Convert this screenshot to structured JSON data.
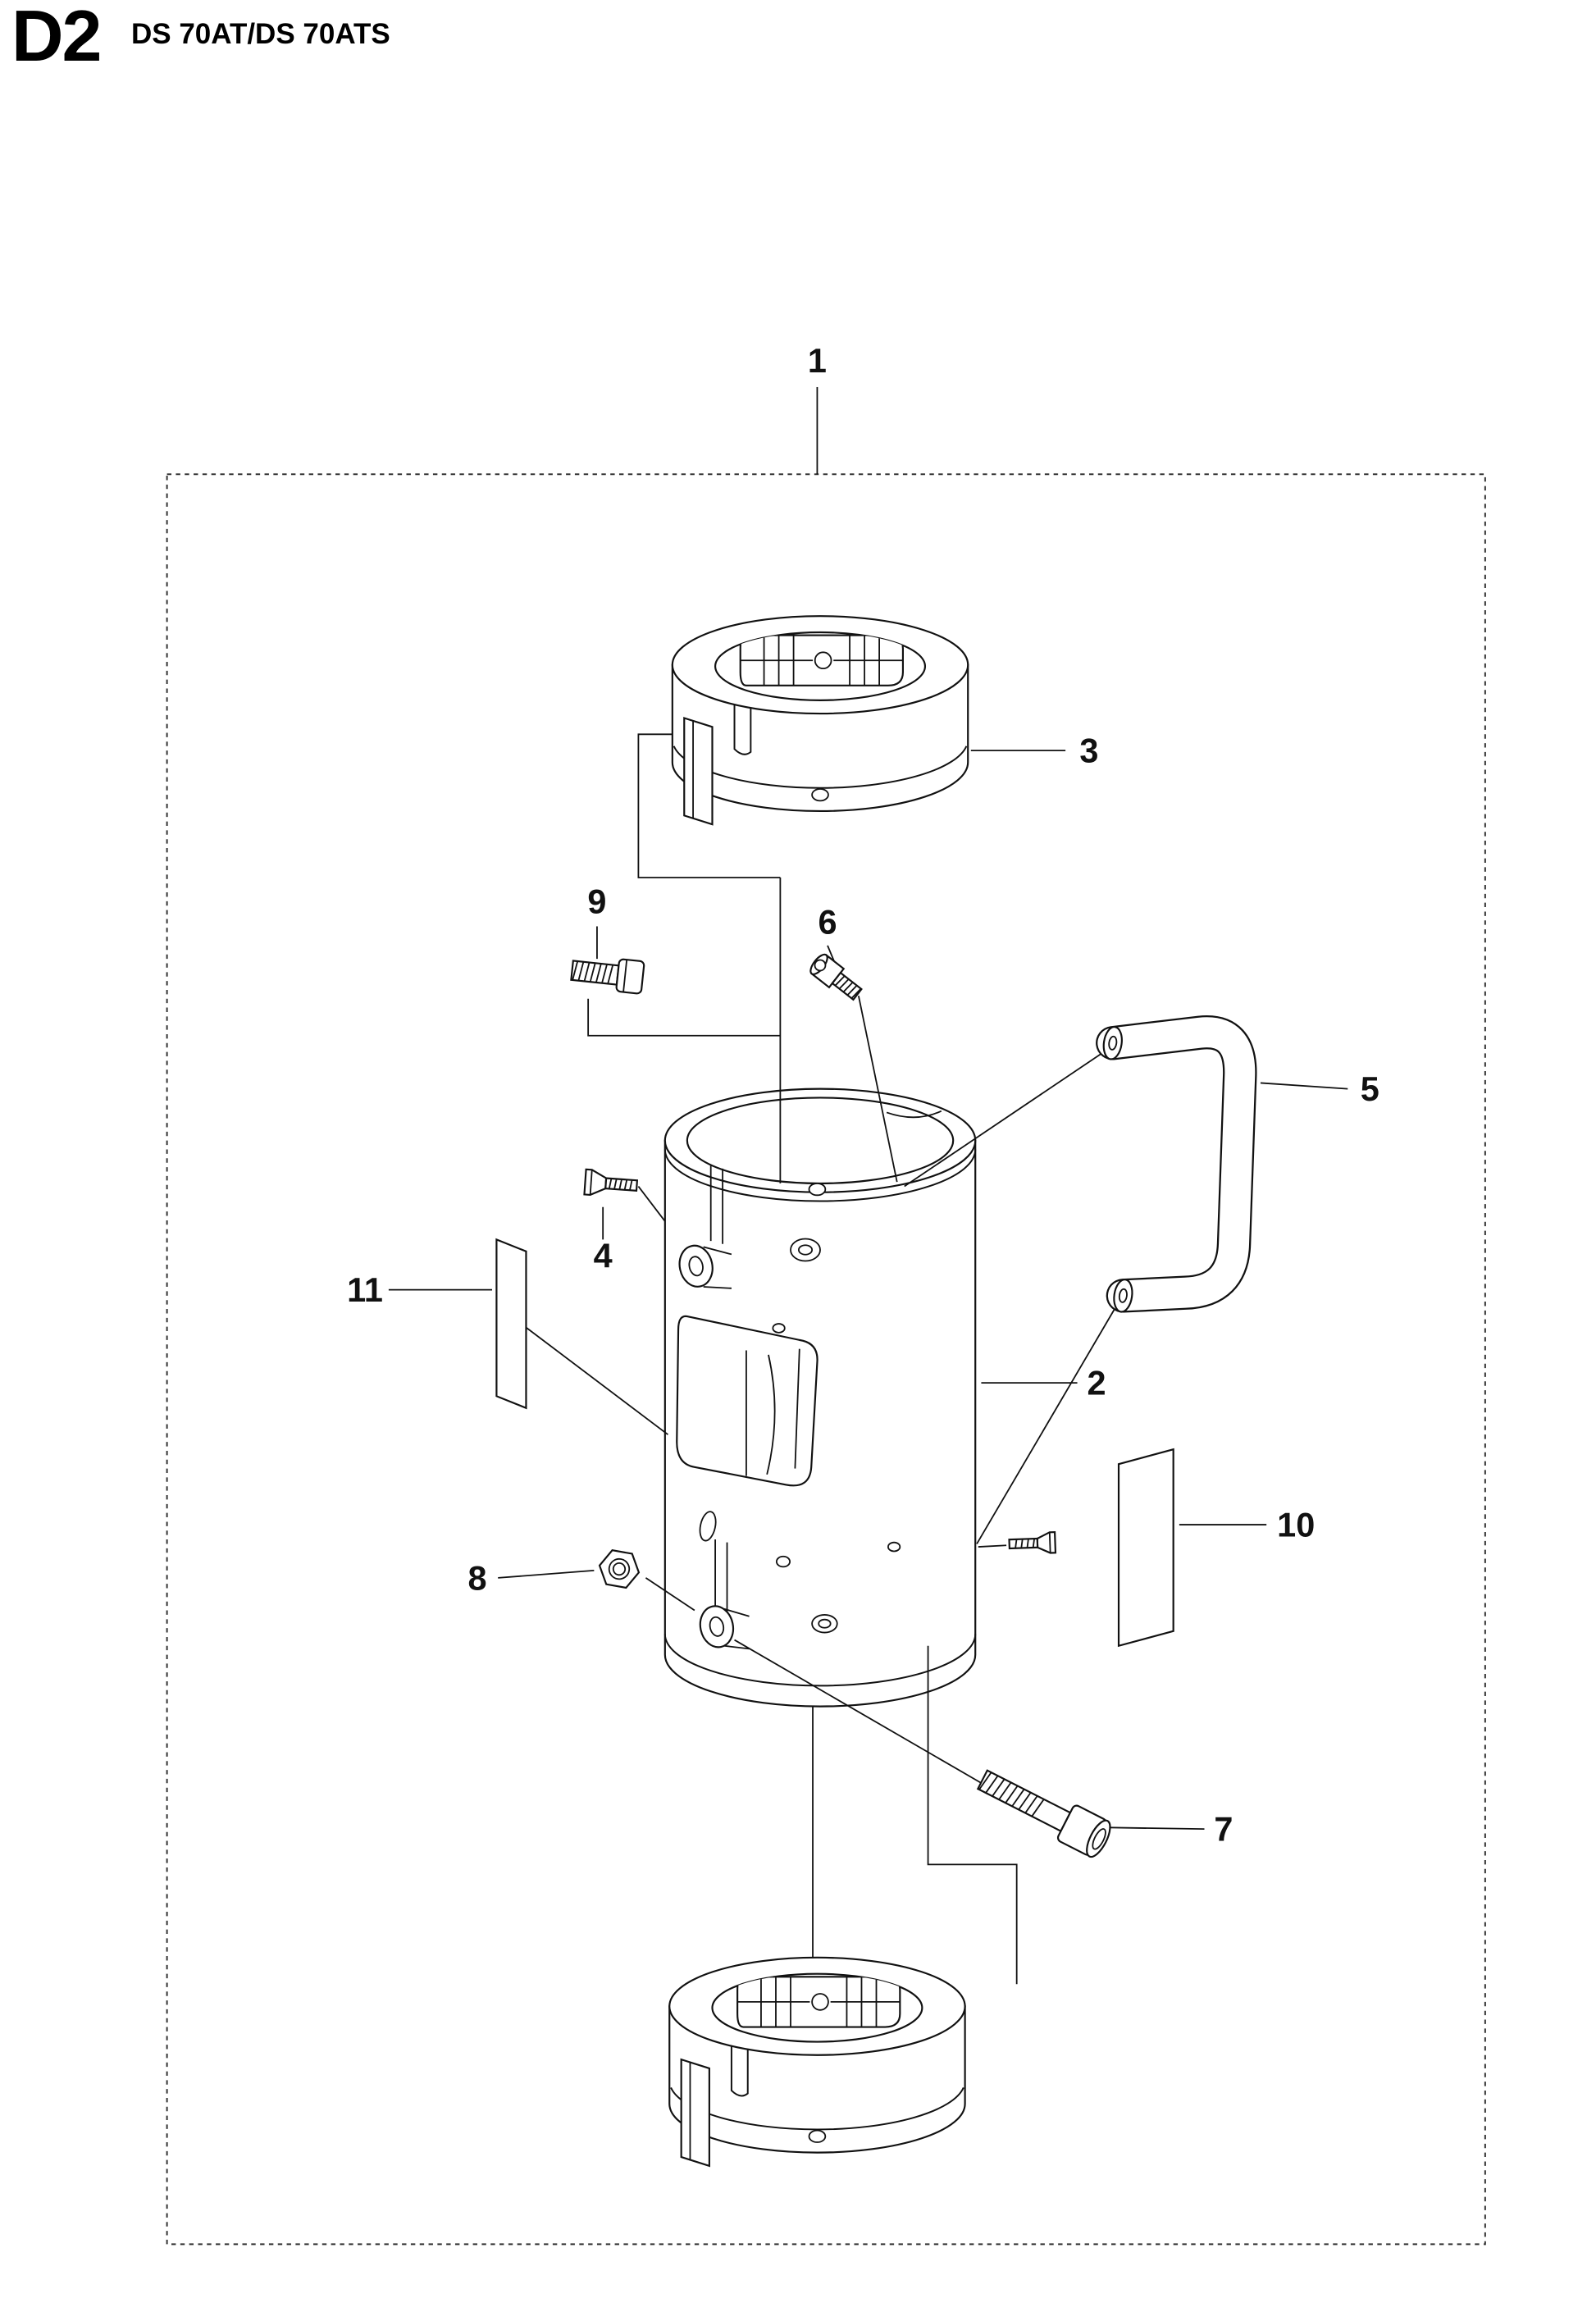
{
  "page": {
    "code": "D2",
    "title": "DS 70AT/DS 70ATS"
  },
  "diagram": {
    "type": "exploded-parts-diagram",
    "line_color": "#111111",
    "background": "#ffffff",
    "callouts": [
      "1",
      "2",
      "3",
      "4",
      "5",
      "6",
      "7",
      "8",
      "9",
      "10",
      "11"
    ]
  }
}
